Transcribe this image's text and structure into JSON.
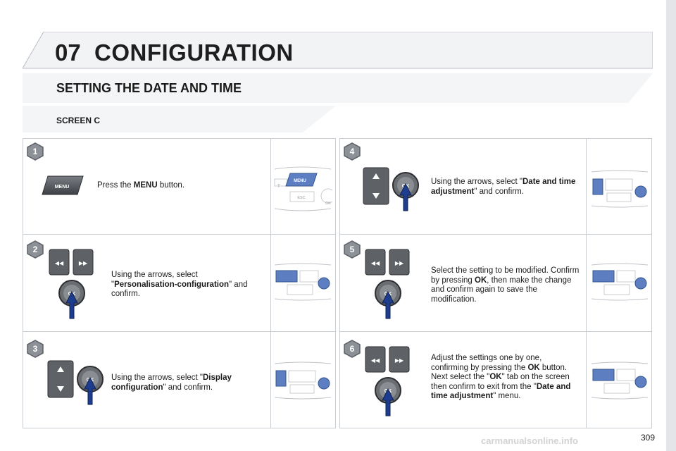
{
  "header": {
    "chapter_number": "07",
    "chapter_title": "CONFIGURATION",
    "section_title": "SETTING THE DATE AND TIME",
    "subsection_title": "SCREEN C"
  },
  "steps": [
    {
      "number": "1",
      "segments": [
        {
          "t": "Press the "
        },
        {
          "t": "MENU",
          "b": true
        },
        {
          "t": " button."
        }
      ],
      "icon": "menu-button-icon",
      "menu_label": "MENU",
      "panel_labels": {
        "menu": "MENU",
        "esc": "ESC",
        "ok": "OK",
        "t": "T"
      }
    },
    {
      "number": "2",
      "segments": [
        {
          "t": "Using the arrows, select \""
        },
        {
          "t": "Personalisation-configuration",
          "b": true
        },
        {
          "t": "\" and confirm."
        }
      ],
      "icon": "arrow-buttons-ok-icon"
    },
    {
      "number": "3",
      "segments": [
        {
          "t": "Using the arrows, select \""
        },
        {
          "t": "Display configuration",
          "b": true
        },
        {
          "t": "\" and confirm."
        }
      ],
      "icon": "up-down-ok-icon"
    },
    {
      "number": "4",
      "segments": [
        {
          "t": "Using the arrows, select \""
        },
        {
          "t": "Date and time adjustment",
          "b": true
        },
        {
          "t": "\" and confirm."
        }
      ],
      "icon": "up-down-ok-icon"
    },
    {
      "number": "5",
      "segments": [
        {
          "t": "Select the setting to be modified. Confirm by pressing "
        },
        {
          "t": "OK",
          "b": true
        },
        {
          "t": ", then make the change and confirm again to save the modification."
        }
      ],
      "icon": "arrow-buttons-ok-icon"
    },
    {
      "number": "6",
      "segments": [
        {
          "t": "Adjust the settings one by one, confirming by pressing the "
        },
        {
          "t": "OK",
          "b": true
        },
        {
          "t": " button. Next select the \""
        },
        {
          "t": "OK",
          "b": true
        },
        {
          "t": "\" tab on the screen then confirm to exit from the \""
        },
        {
          "t": "Date and time adjustment",
          "b": true
        },
        {
          "t": "\" menu."
        }
      ],
      "icon": "arrow-buttons-ok-icon"
    }
  ],
  "ok_label": "OK",
  "page_number": "309",
  "watermark": "carmanualsonline.info",
  "colors": {
    "step_badge": "#8c9097",
    "ok_arrow": "#1e3d8f",
    "knob": "#6a6d72",
    "border": "#c9cdd2"
  }
}
